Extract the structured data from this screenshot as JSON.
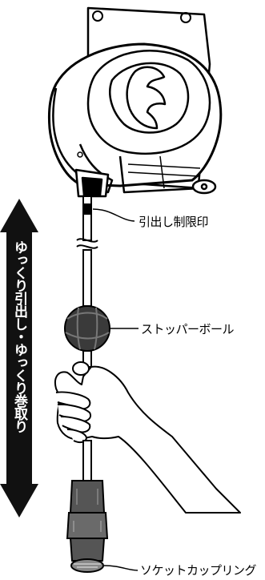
{
  "labels": {
    "pull_limit_mark": "引出し制限印",
    "stopper_ball": "ストッパーボール",
    "socket_coupling": "ソケットカップリング"
  },
  "arrow": {
    "text": "ゆっくり引出し・ゆっくり巻取り"
  },
  "colors": {
    "line": "#000000",
    "fill": "#ffffff",
    "arrow": "#111111",
    "gray": "#555555"
  }
}
